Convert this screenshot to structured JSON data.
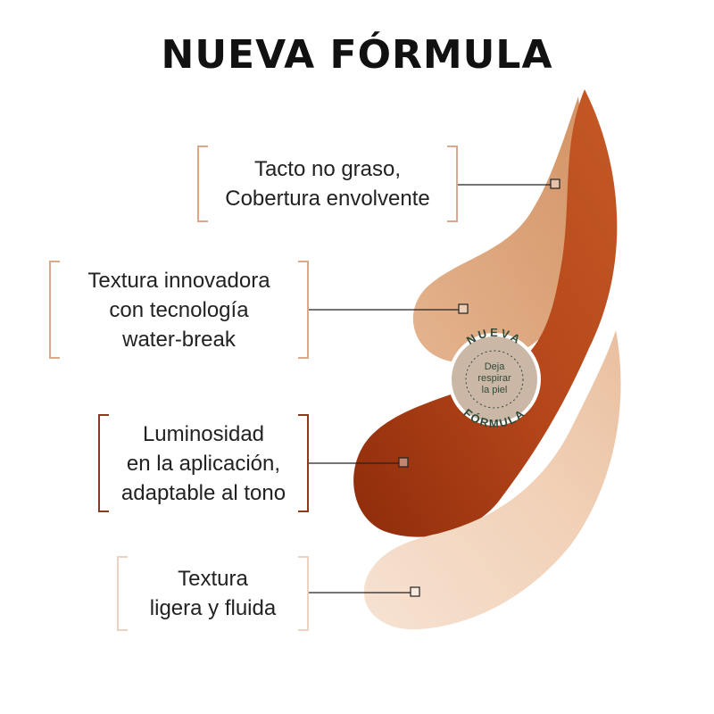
{
  "title": "NUEVA FÓRMULA",
  "colors": {
    "bracket_light": "#d9a98a",
    "bracket_dark": "#8b3a1c",
    "shade_light": "#f2d3bc",
    "shade_medium": "#dba27a",
    "shade_dark": "#a83a12",
    "badge": "#c9b4a2",
    "badge_text": "#2f4a3a"
  },
  "callouts": [
    {
      "line1": "Tacto no graso,",
      "line2": "Cobertura envolvente"
    },
    {
      "line1": "Textura innovadora",
      "line2": "con tecnología",
      "line3": "water-break"
    },
    {
      "line1": "Luminosidad",
      "line2": "en la aplicación,",
      "line3": "adaptable al tono"
    },
    {
      "line1": "Textura",
      "line2": "ligera y fluida"
    }
  ],
  "badge": {
    "top": "NUEVA",
    "line1": "Deja",
    "line2": "respirar",
    "line3": "la piel",
    "bottom": "FÓRMULA"
  }
}
